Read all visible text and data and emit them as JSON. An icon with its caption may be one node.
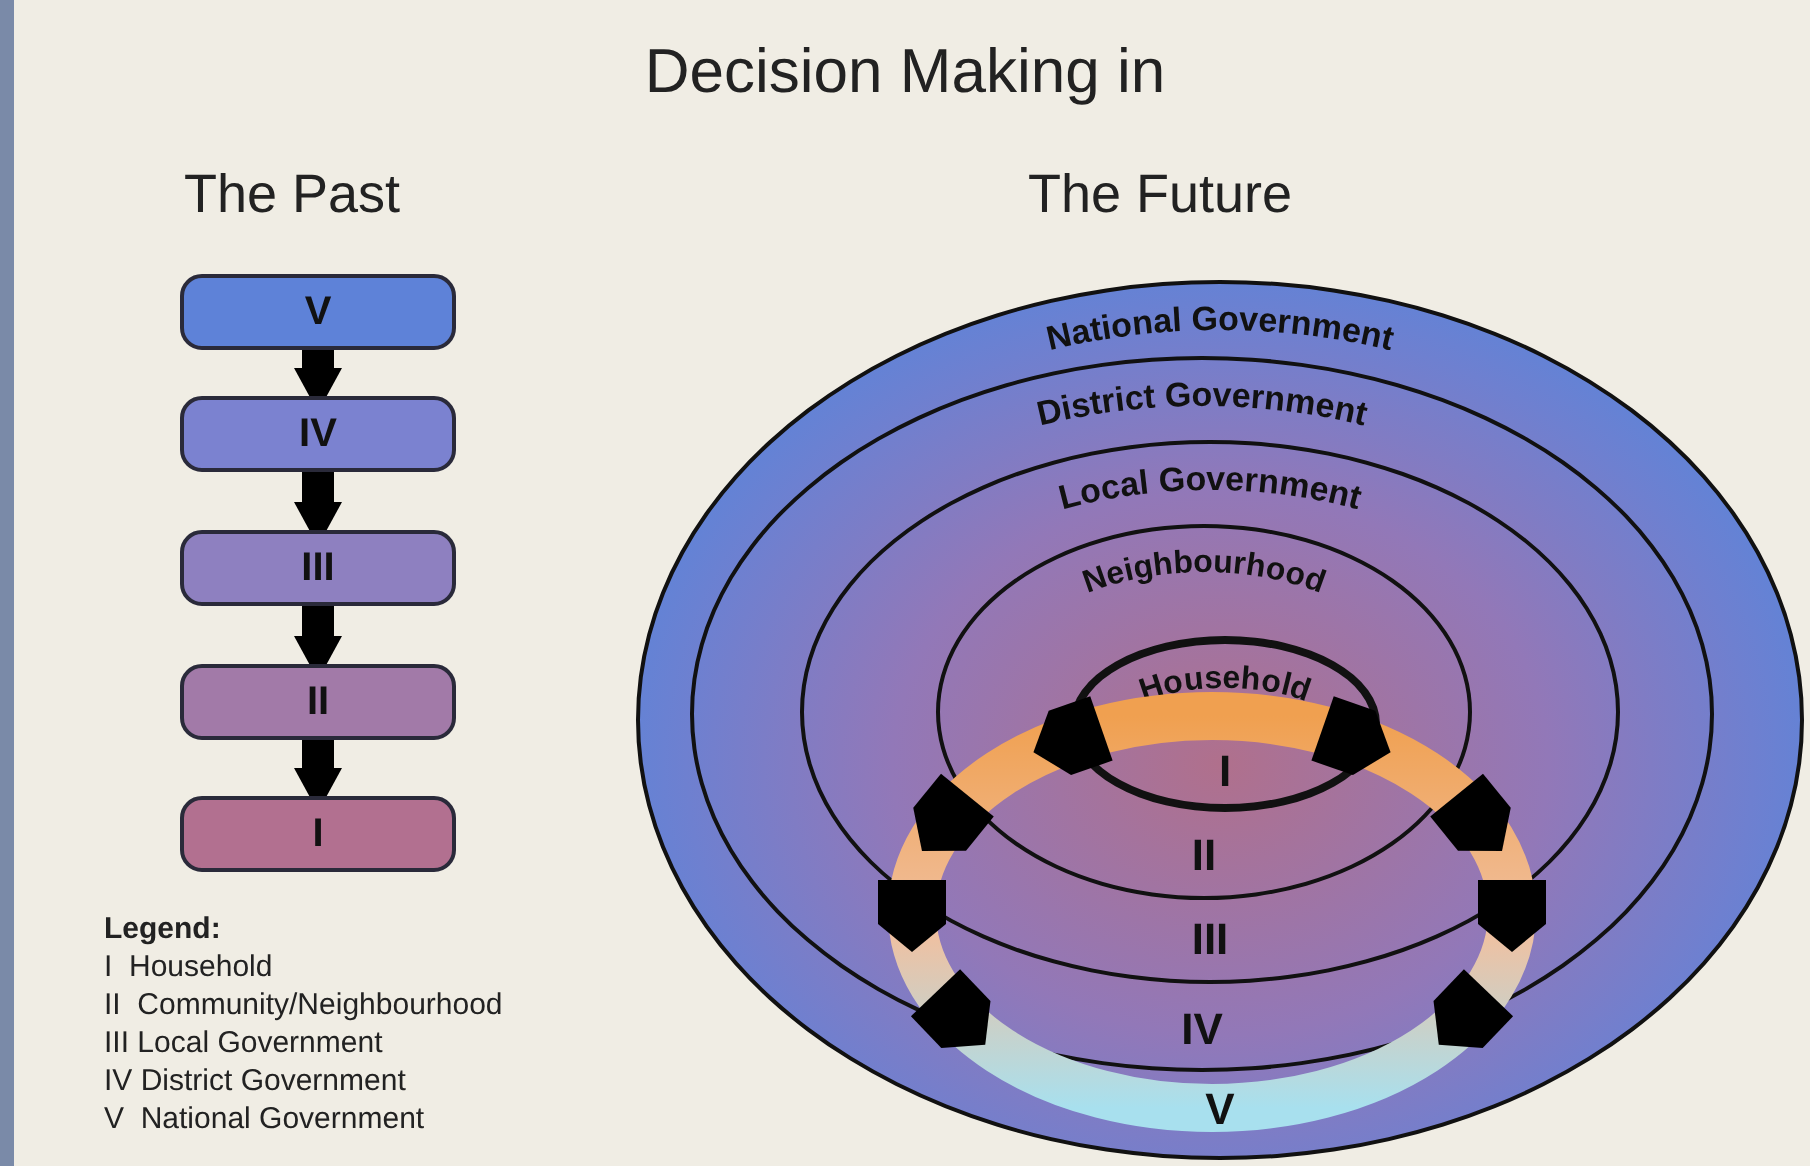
{
  "diagram": {
    "title": "Decision Making in",
    "nodes": [
      {
        "text": [
          "V"
        ]
      },
      {
        "text": [
          "IV"
        ]
      },
      {
        "text": [
          "III"
        ]
      },
      {
        "text": [
          "II"
        ]
      },
      {
        "text": [
          "I"
        ]
      },
      {
        "text": [
          "National Government",
          "V"
        ]
      },
      {
        "text": [
          "District Government",
          "IV"
        ],
        "in": 5
      },
      {
        "text": [
          "Local Government",
          "III"
        ],
        "in": 6
      },
      {
        "text": [
          "Neighbourhood",
          "II"
        ],
        "in": 7
      },
      {
        "text": [
          "Household",
          "I"
        ],
        "in": 8
      }
    ],
    "edges": [
      {
        "from": 0,
        "to": 1,
        "arrow": "to"
      },
      {
        "from": 1,
        "to": 2,
        "arrow": "to"
      },
      {
        "from": 2,
        "to": 3,
        "arrow": "to"
      },
      {
        "from": 3,
        "to": 4,
        "arrow": "to"
      }
    ],
    "labels": [
      "The Past",
      "The Future",
      "Legend:",
      "I  Household",
      "II  Community/Neighbourhood",
      "III Local Government",
      "IV District Government",
      "V  National Government"
    ]
  }
}
